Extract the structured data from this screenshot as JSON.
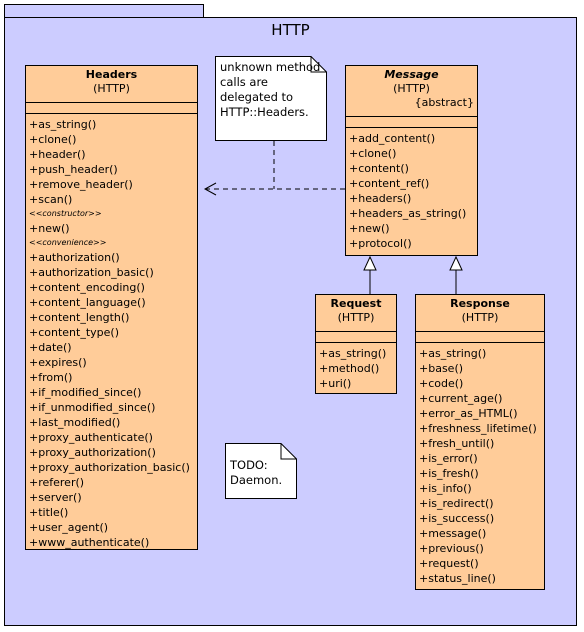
{
  "package": {
    "name": "HTTP"
  },
  "classes": {
    "headers": {
      "name": "Headers",
      "package": "(HTTP)",
      "ops": [
        {
          "t": "+as_string()"
        },
        {
          "t": "+clone()"
        },
        {
          "t": "+header()"
        },
        {
          "t": "+push_header()"
        },
        {
          "t": "+remove_header()"
        },
        {
          "t": "+scan()"
        },
        {
          "t": "<<constructor>>",
          "s": true
        },
        {
          "t": "+new()"
        },
        {
          "t": "<<convenience>>",
          "s": true
        },
        {
          "t": "+authorization()"
        },
        {
          "t": "+authorization_basic()"
        },
        {
          "t": "+content_encoding()"
        },
        {
          "t": "+content_language()"
        },
        {
          "t": "+content_length()"
        },
        {
          "t": "+content_type()"
        },
        {
          "t": "+date()"
        },
        {
          "t": "+expires()"
        },
        {
          "t": "+from()"
        },
        {
          "t": "+if_modified_since()"
        },
        {
          "t": "+if_unmodified_since()"
        },
        {
          "t": "+last_modified()"
        },
        {
          "t": "+proxy_authenticate()"
        },
        {
          "t": "+proxy_authorization()"
        },
        {
          "t": "+proxy_authorization_basic()"
        },
        {
          "t": "+referer()"
        },
        {
          "t": "+server()"
        },
        {
          "t": "+title()"
        },
        {
          "t": "+user_agent()"
        },
        {
          "t": "+www_authenticate()"
        }
      ]
    },
    "message": {
      "name": "Message",
      "package": "(HTTP)",
      "stereotype": "{abstract}",
      "ops": [
        {
          "t": "+add_content()"
        },
        {
          "t": "+clone()"
        },
        {
          "t": "+content()"
        },
        {
          "t": "+content_ref()"
        },
        {
          "t": "+headers()"
        },
        {
          "t": "+headers_as_string()"
        },
        {
          "t": "+new()"
        },
        {
          "t": "+protocol()"
        }
      ]
    },
    "request": {
      "name": "Request",
      "package": "(HTTP)",
      "ops": [
        {
          "t": "+as_string()"
        },
        {
          "t": "+method()"
        },
        {
          "t": "+uri()"
        }
      ]
    },
    "response": {
      "name": "Response",
      "package": "(HTTP)",
      "ops": [
        {
          "t": "+as_string()"
        },
        {
          "t": "+base()"
        },
        {
          "t": "+code()"
        },
        {
          "t": "+current_age()"
        },
        {
          "t": "+error_as_HTML()"
        },
        {
          "t": "+freshness_lifetime()"
        },
        {
          "t": "+fresh_until()"
        },
        {
          "t": "+is_error()"
        },
        {
          "t": "+is_fresh()"
        },
        {
          "t": "+is_info()"
        },
        {
          "t": "+is_redirect()"
        },
        {
          "t": "+is_success()"
        },
        {
          "t": "+message()"
        },
        {
          "t": "+previous()"
        },
        {
          "t": "+request()"
        },
        {
          "t": "+status_line()"
        }
      ]
    }
  },
  "notes": {
    "delegation": {
      "lines": [
        "unknown method",
        "calls are",
        "delegated to",
        "HTTP::Headers."
      ]
    },
    "todo": {
      "lines": [
        "TODO:",
        "Daemon."
      ]
    }
  }
}
